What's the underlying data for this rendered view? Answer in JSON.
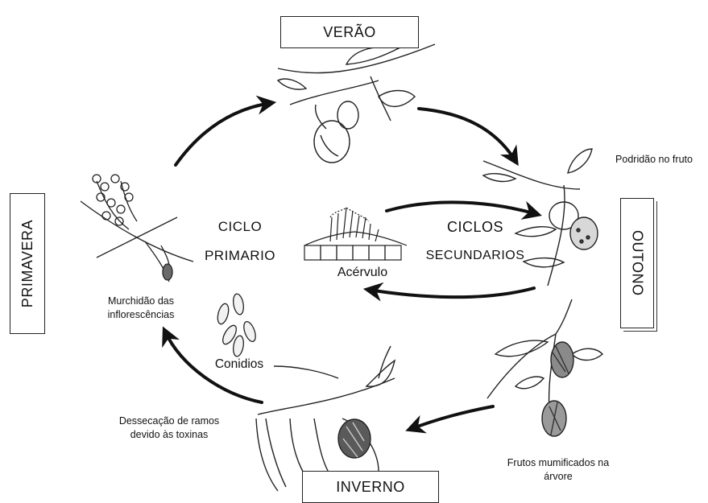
{
  "seasons": {
    "summer": "VERÃO",
    "autumn": "OUTONO",
    "winter": "INVERNO",
    "spring": "PRIMAVERA"
  },
  "cycles": {
    "primary_line1": "CICLO",
    "primary_line2": "PRIMARIO",
    "secondary_line1": "CICLOS",
    "secondary_line2": "SECUNDARIOS"
  },
  "structures": {
    "acervulus": "Acérvulo",
    "conidia": "Conidios"
  },
  "symptoms": {
    "fruit_rot": "Podridão no fruto",
    "inflorescence_line1": "Murchidão das",
    "inflorescence_line2": "inflorescências",
    "branch_line1": "Dessecação de ramos",
    "branch_line2": "devido às toxinas",
    "mummified_line1": "Frutos mumificados na",
    "mummified_line2": "árvore"
  }
}
